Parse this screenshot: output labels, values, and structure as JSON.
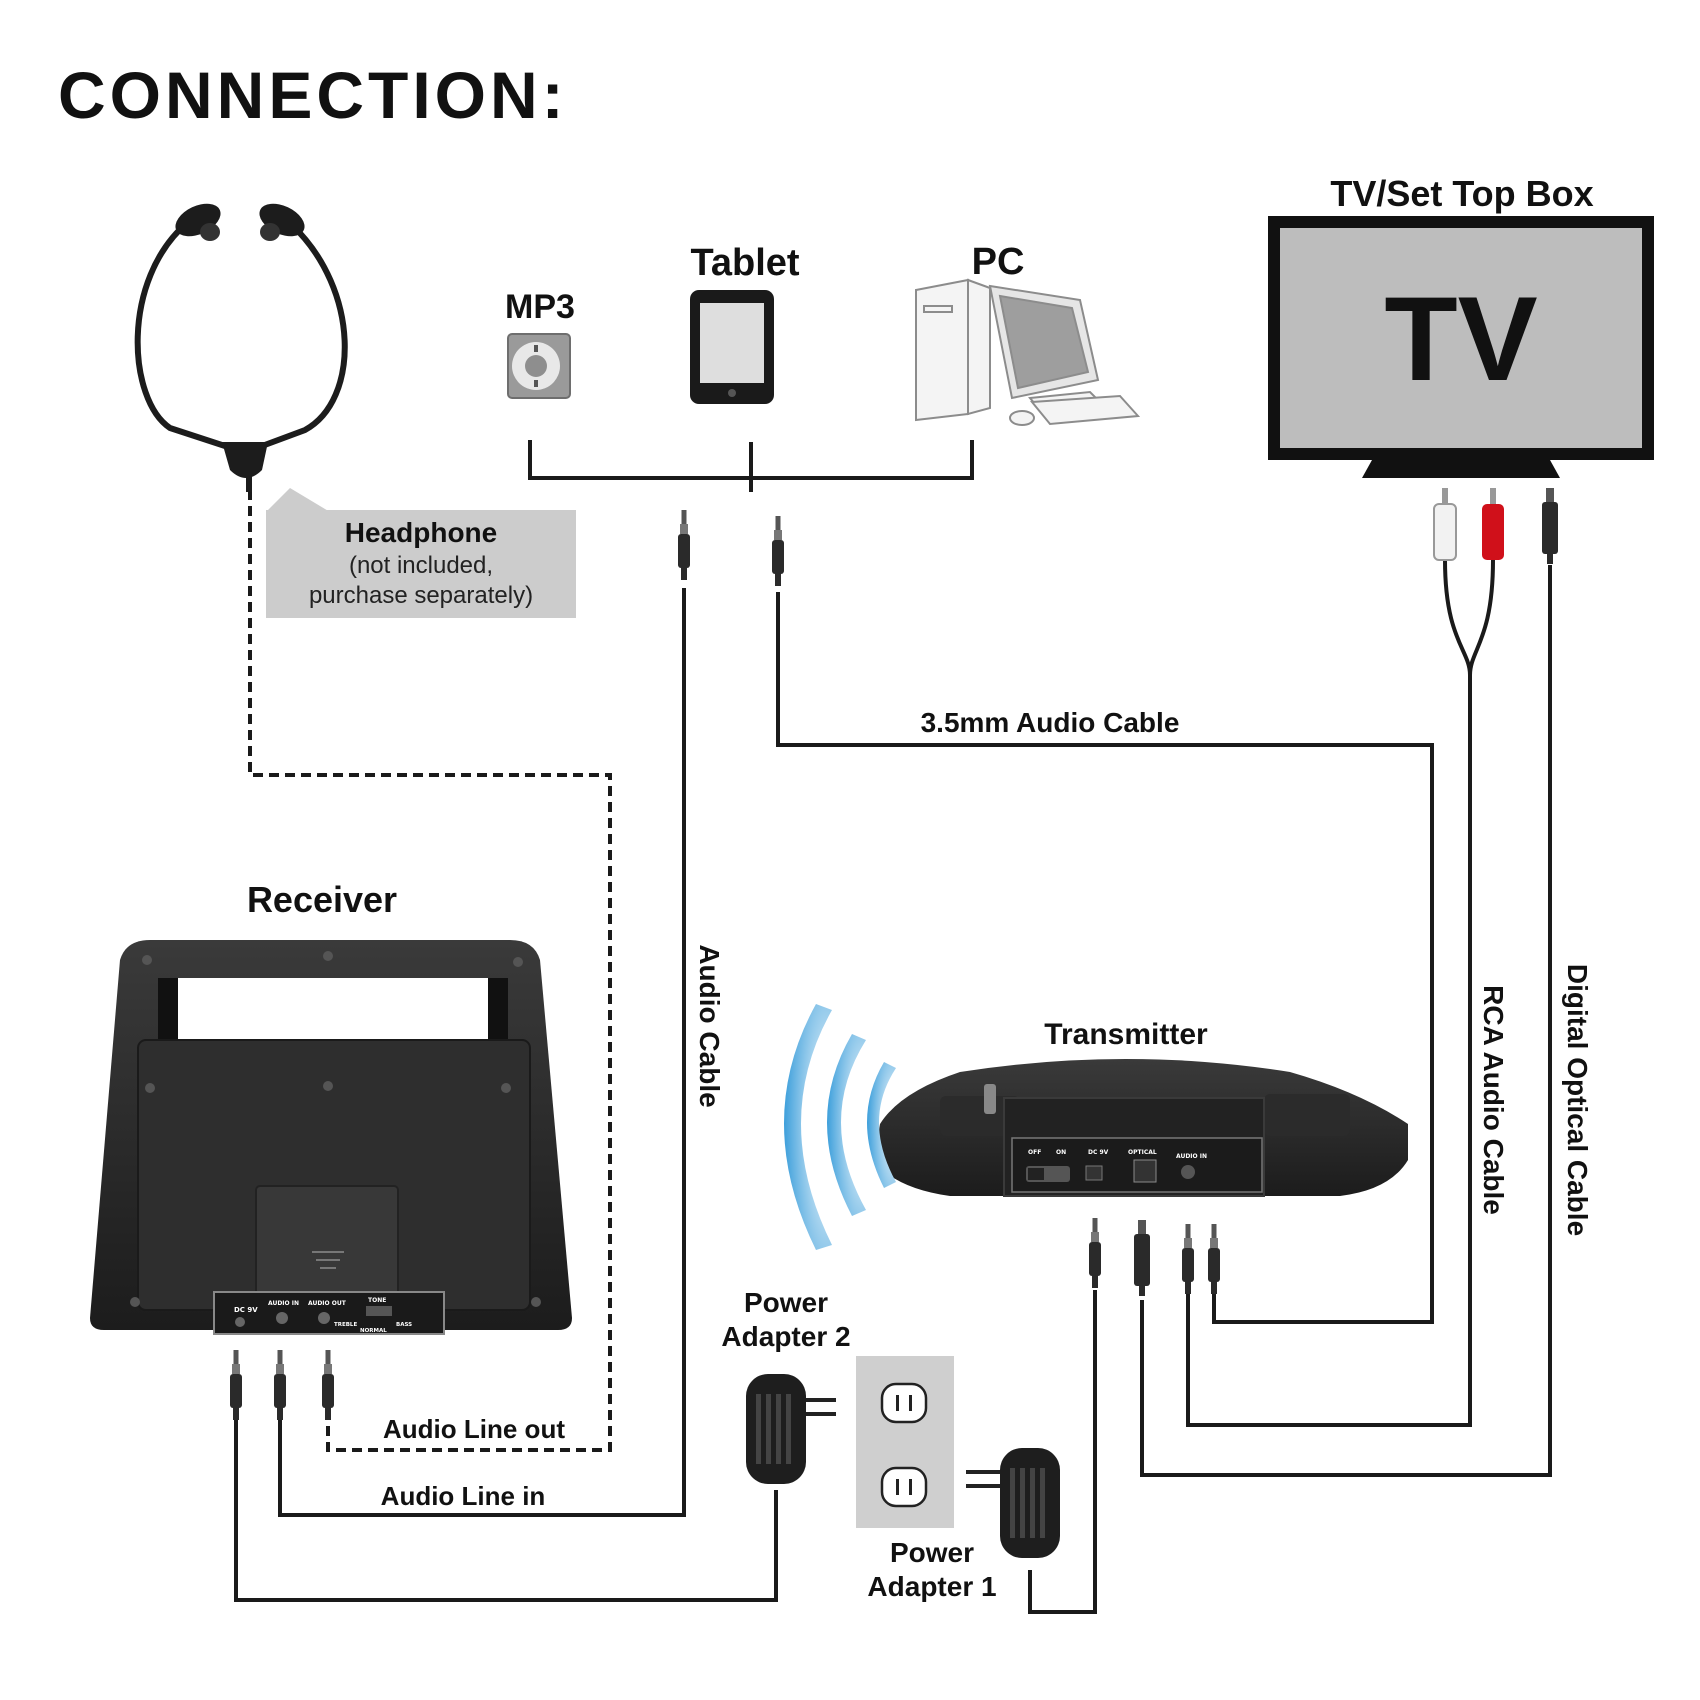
{
  "title": "CONNECTION:",
  "devices": {
    "tv_box": "TV/Set Top Box",
    "tv_screen": "TV",
    "mp3": "MP3",
    "tablet": "Tablet",
    "pc": "PC",
    "receiver": "Receiver",
    "transmitter": "Transmitter"
  },
  "headphone_note": {
    "name": "Headphone",
    "line1": "(not included,",
    "line2": "purchase separately)"
  },
  "cables": {
    "audio_35mm": "3.5mm Audio Cable",
    "audio_cable": "Audio Cable",
    "rca": "RCA Audio Cable",
    "optical": "Digital Optical Cable",
    "line_out": "Audio Line out",
    "line_in": "Audio Line in"
  },
  "power": {
    "adapter2_line1": "Power",
    "adapter2_line2": "Adapter 2",
    "adapter1_line1": "Power",
    "adapter1_line2": "Adapter 1"
  },
  "receiver_panel": {
    "dc": "DC 9V",
    "audio_in": "AUDIO IN",
    "audio_out": "AUDIO OUT",
    "tone": "TONE",
    "treble": "TREBLE",
    "normal": "NORMAL",
    "bass": "BASS"
  },
  "transmitter_panel": {
    "off": "OFF",
    "on": "ON",
    "dc": "DC 9V",
    "optical": "OPTICAL",
    "audio_in": "AUDIO IN"
  },
  "colors": {
    "ink": "#111111",
    "device_dark": "#2a2a2a",
    "screen_gray": "#bdbdbd",
    "callout_gray": "#cccccc",
    "rca_red": "#d0101a",
    "wave_blue": "#4aa8e0",
    "outlet_gray": "#cfcfcf"
  }
}
